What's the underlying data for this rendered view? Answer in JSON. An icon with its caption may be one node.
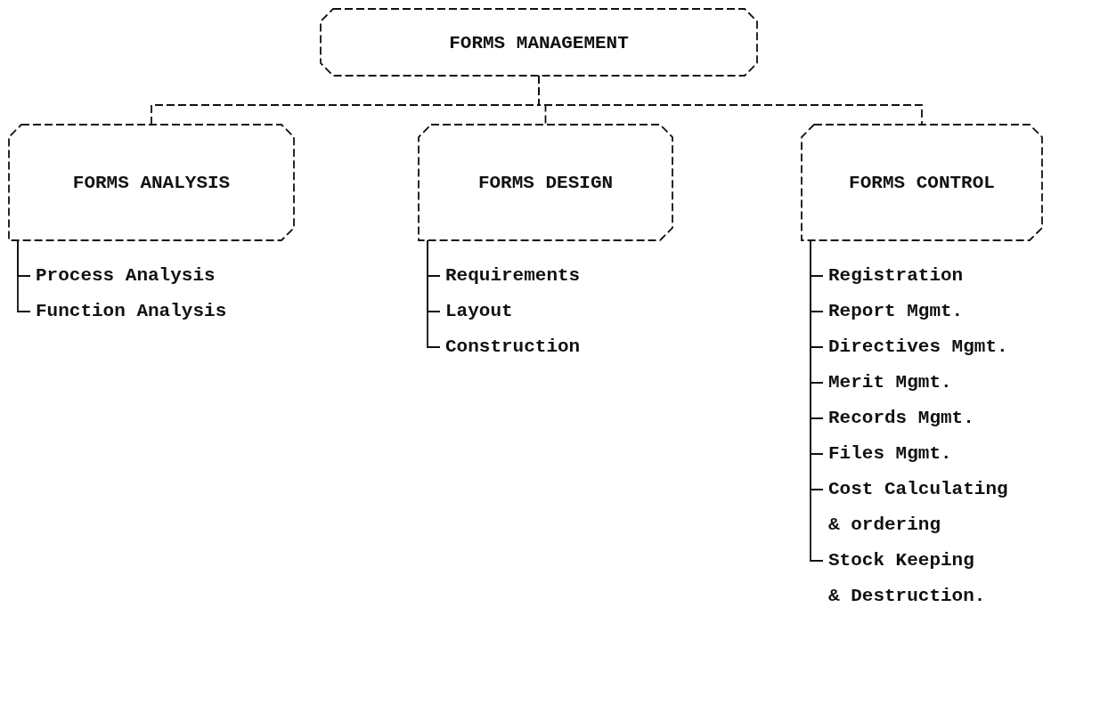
{
  "diagram": {
    "nodes": [
      {
        "text": [
          "FORMS MANAGEMENT"
        ]
      },
      {
        "text": [
          "FORMS ANALYSIS"
        ]
      },
      {
        "text": [
          "Process Analysis"
        ]
      },
      {
        "text": [
          "Function Analysis"
        ]
      },
      {
        "text": [
          "FORMS DESIGN"
        ]
      },
      {
        "text": [
          "Requirements"
        ]
      },
      {
        "text": [
          "Layout"
        ]
      },
      {
        "text": [
          "Construction"
        ]
      },
      {
        "text": [
          "FORMS CONTROL"
        ]
      },
      {
        "text": [
          "Registration"
        ]
      },
      {
        "text": [
          "Report Mgmt."
        ]
      },
      {
        "text": [
          "Directives Mgmt."
        ]
      },
      {
        "text": [
          "Merit Mgmt."
        ]
      },
      {
        "text": [
          "Records Mgmt."
        ]
      },
      {
        "text": [
          "Files Mgmt."
        ]
      },
      {
        "text": [
          "Cost Calculating & ordering"
        ]
      },
      {
        "text": [
          "Stock Keeping & Destruction."
        ]
      }
    ],
    "edges": [
      {
        "from": 0,
        "to": 1,
        "arrow": "none",
        "style": "dashed"
      },
      {
        "from": 0,
        "to": 4,
        "arrow": "none",
        "style": "dashed"
      },
      {
        "from": 0,
        "to": 8,
        "arrow": "none",
        "style": "dashed"
      },
      {
        "from": 1,
        "to": 2,
        "arrow": "none"
      },
      {
        "from": 1,
        "to": 3,
        "arrow": "none"
      },
      {
        "from": 4,
        "to": 5,
        "arrow": "none"
      },
      {
        "from": 4,
        "to": 6,
        "arrow": "none"
      },
      {
        "from": 4,
        "to": 7,
        "arrow": "none"
      },
      {
        "from": 8,
        "to": 9,
        "arrow": "none"
      },
      {
        "from": 8,
        "to": 10,
        "arrow": "none"
      },
      {
        "from": 8,
        "to": 11,
        "arrow": "none"
      },
      {
        "from": 8,
        "to": 12,
        "arrow": "none"
      },
      {
        "from": 8,
        "to": 13,
        "arrow": "none"
      },
      {
        "from": 8,
        "to": 14,
        "arrow": "none"
      },
      {
        "from": 8,
        "to": 15,
        "arrow": "none"
      },
      {
        "from": 8,
        "to": 16,
        "arrow": "none"
      }
    ]
  }
}
